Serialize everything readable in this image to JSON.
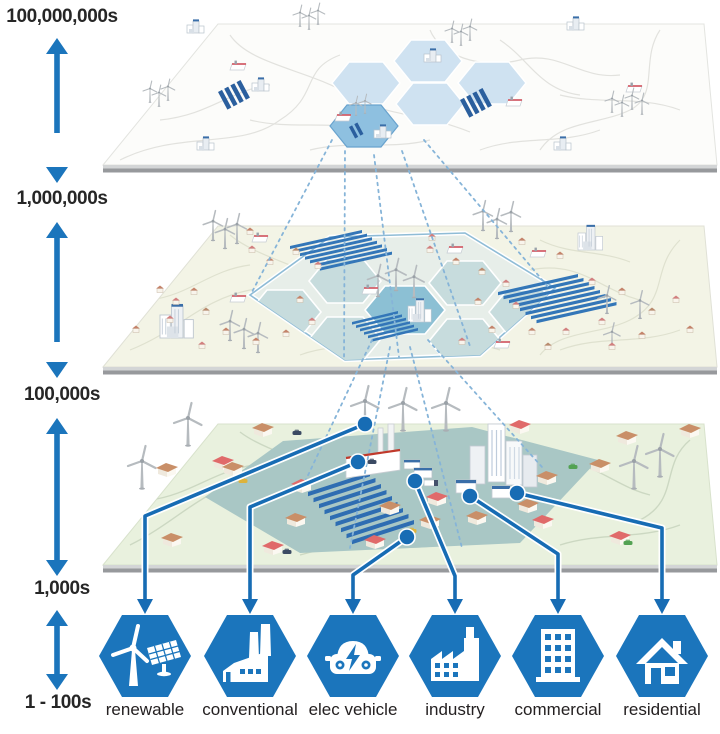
{
  "diagram": {
    "scale_axis": {
      "labels": [
        "100,000,000s",
        "1,000,000s",
        "100,000s",
        "1,000s",
        "1 - 100s"
      ]
    },
    "legend": {
      "items": [
        {
          "id": "renewable",
          "label": "renewable",
          "icon": "wind-turbine-solar-panel"
        },
        {
          "id": "conventional",
          "label": "conventional",
          "icon": "power-plant-chimneys"
        },
        {
          "id": "elec-vehicle",
          "label": "elec vehicle",
          "icon": "electric-car-lightning"
        },
        {
          "id": "industry",
          "label": "industry",
          "icon": "sawtooth-factory"
        },
        {
          "id": "commercial",
          "label": "commercial",
          "icon": "office-building"
        },
        {
          "id": "residential",
          "label": "residential",
          "icon": "house"
        }
      ]
    },
    "colors": {
      "accent_blue": "#1b75bc",
      "connector_blue": "#176cb4",
      "dashed_blue": "#86b4d8",
      "hex_cluster_blue": "#cfe2f1",
      "hex_highlight_blue": "#8ec0e0",
      "zone_teal": "#a9c7c5",
      "ground_green": "#e9f1de",
      "ground_pale": "#f3f4e6",
      "plane_white": "#fcfcfa"
    }
  }
}
